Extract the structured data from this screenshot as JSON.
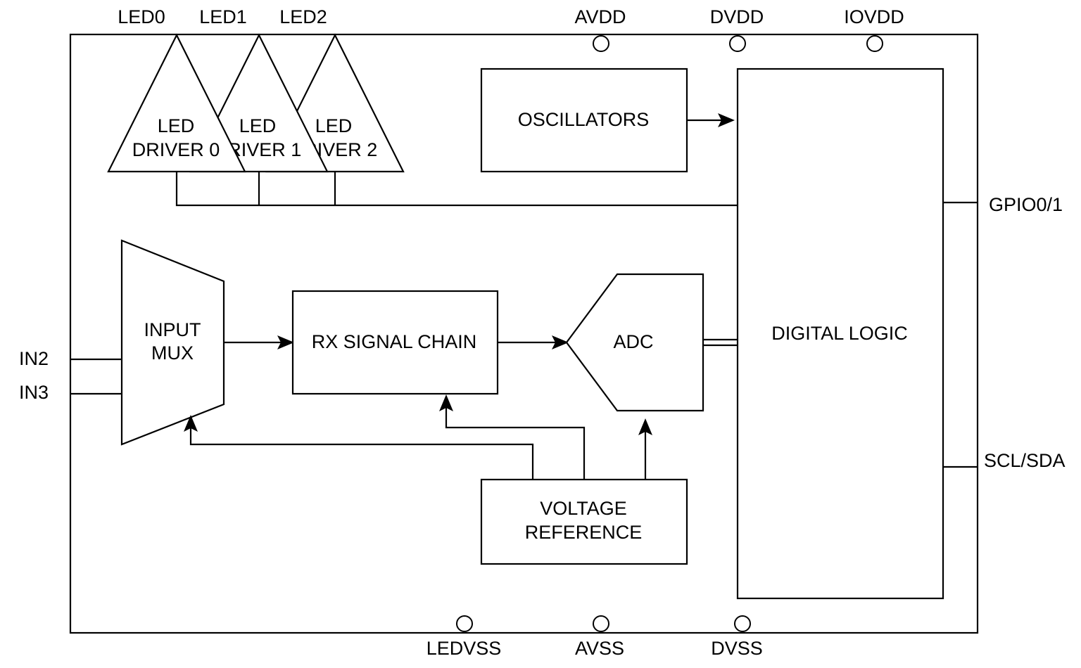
{
  "pins": {
    "led0": "LED0",
    "led1": "LED1",
    "led2": "LED2",
    "avdd": "AVDD",
    "dvdd": "DVDD",
    "iovdd": "IOVDD",
    "gpio": "GPIO0/1",
    "scl_sda": "SCL/SDA",
    "in2": "IN2",
    "in3": "IN3",
    "ledvss": "LEDVSS",
    "avss": "AVSS",
    "dvss": "DVSS"
  },
  "blocks": {
    "led_driver_0": {
      "line1": "LED",
      "line2": "DRIVER 0"
    },
    "led_driver_1": {
      "line1": "LED",
      "line2": "DRIVER 1"
    },
    "led_driver_2": {
      "line1": "LED",
      "line2": "DRIVER 2"
    },
    "oscillators": "OSCILLATORS",
    "input_mux": {
      "line1": "INPUT",
      "line2": "MUX"
    },
    "rx_signal_chain": "RX SIGNAL CHAIN",
    "adc": "ADC",
    "digital_logic": "DIGITAL LOGIC",
    "voltage_reference": {
      "line1": "VOLTAGE",
      "line2": "REFERENCE"
    }
  }
}
